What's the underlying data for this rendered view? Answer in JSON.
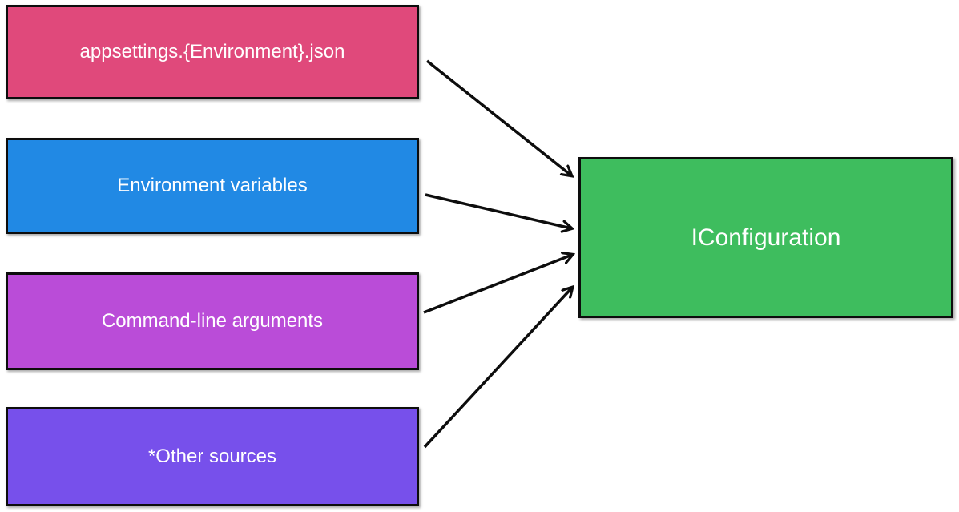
{
  "diagram": {
    "sources": [
      {
        "label": "appsettings.{Environment}.json",
        "color": "#e0497b"
      },
      {
        "label": "Environment variables",
        "color": "#2189e4"
      },
      {
        "label": "Command-line arguments",
        "color": "#ba4cd8"
      },
      {
        "label": "*Other sources",
        "color": "#7750eb"
      }
    ],
    "target": {
      "label": "IConfiguration",
      "color": "#3ebd5e"
    },
    "arrows": [
      {
        "from": "appsettings.{Environment}.json",
        "to": "IConfiguration"
      },
      {
        "from": "Environment variables",
        "to": "IConfiguration"
      },
      {
        "from": "Command-line arguments",
        "to": "IConfiguration"
      },
      {
        "from": "*Other sources",
        "to": "IConfiguration"
      }
    ],
    "colors": {
      "border": "#0d0d0d",
      "text": "#ffffff",
      "arrow": "#0d0d0d",
      "background": "#ffffff"
    }
  }
}
